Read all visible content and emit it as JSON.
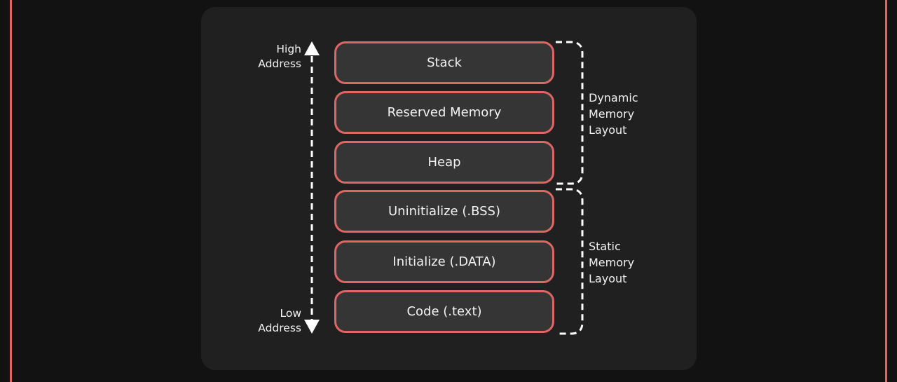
{
  "address": {
    "high": [
      "High",
      "Address"
    ],
    "low": [
      "Low",
      "Address"
    ]
  },
  "segments": [
    "Stack",
    "Reserved Memory",
    "Heap",
    "Uninitialize (.BSS)",
    "Initialize (.DATA)",
    "Code (.text)"
  ],
  "groups": {
    "dynamic": [
      "Dynamic",
      "Memory",
      "Layout"
    ],
    "static": [
      "Static",
      "Memory",
      "Layout"
    ]
  },
  "colors": {
    "accent": "#e06666",
    "segment_fill": "#353535",
    "card": "#202020",
    "background": "#121212",
    "text": "#f2f2f2"
  }
}
